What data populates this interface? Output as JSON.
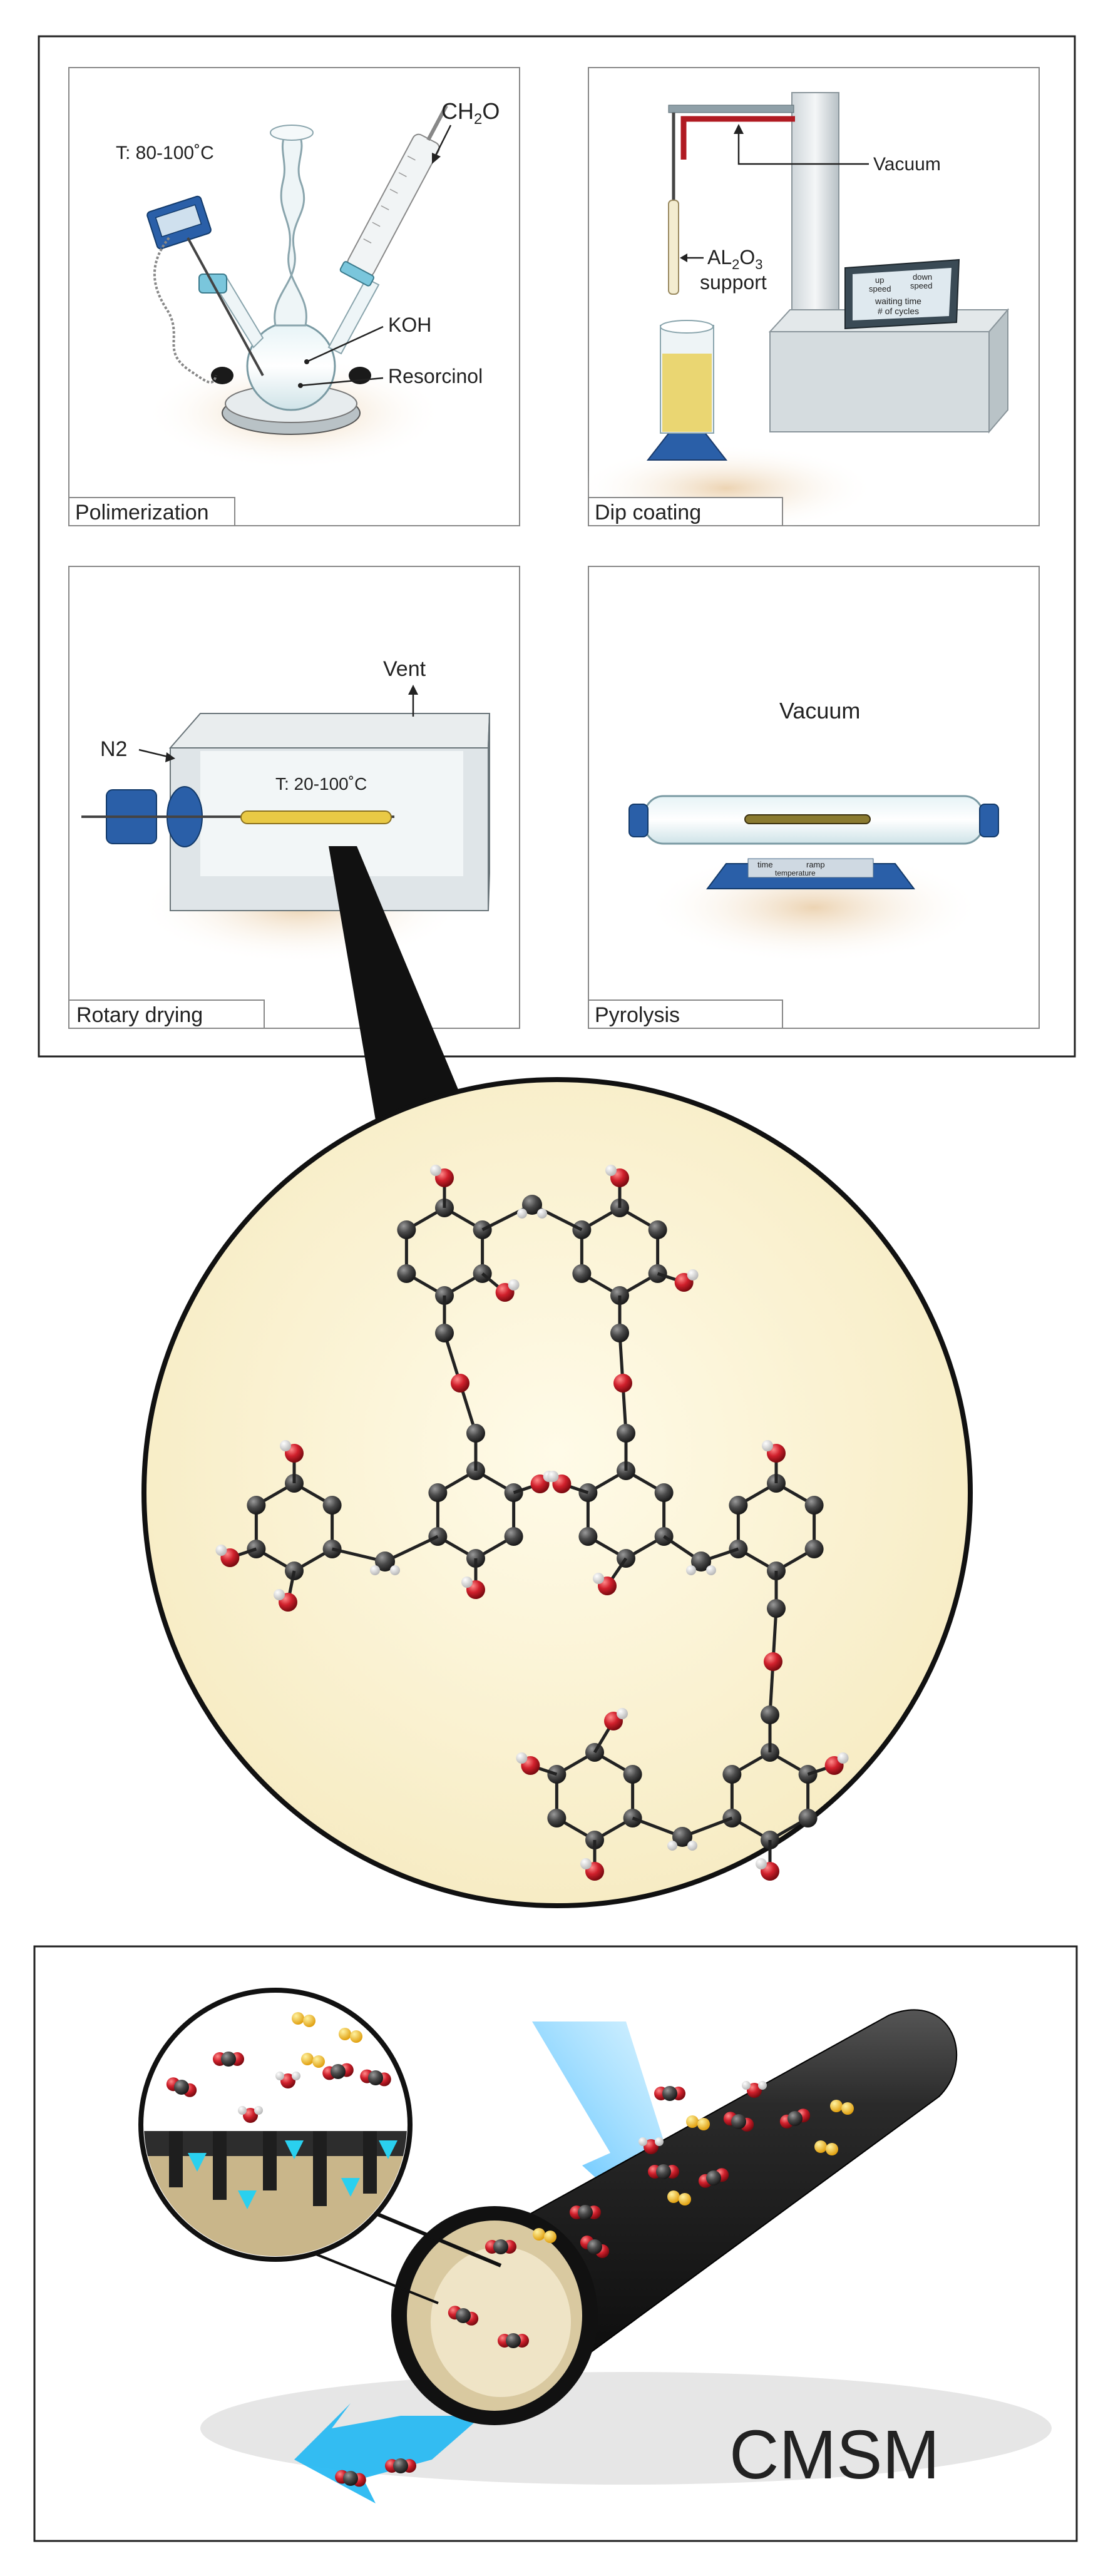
{
  "panels": {
    "polymerization": {
      "caption": "Polimerization",
      "temp": "T: 80-100˚C",
      "reagent_top": "CH",
      "reagent_top_sub": "2",
      "reagent_top_suffix": "O",
      "koh": "KOH",
      "resorcinol": "Resorcinol"
    },
    "dip_coating": {
      "caption": "Dip coating",
      "vacuum": "Vacuum",
      "support_prefix": "AL",
      "support_sub1": "2",
      "support_mid": "O",
      "support_sub2": "3",
      "support_line2": "support",
      "screen": {
        "up_speed_1": "up",
        "up_speed_2": "speed",
        "down_speed_1": "down",
        "down_speed_2": "speed",
        "waiting": "waiting time",
        "cycles": "# of cycles"
      }
    },
    "rotary_drying": {
      "caption": "Rotary drying",
      "vent": "Vent",
      "n2": "N2",
      "temp": "T: 20-100˚C"
    },
    "pyrolysis": {
      "caption": "Pyrolysis",
      "vacuum": "Vacuum",
      "base_time": "time",
      "base_ramp": "ramp",
      "base_temp": "temperature"
    }
  },
  "membrane": {
    "label": "CMSM"
  },
  "colors": {
    "atom_carbon": "#3a3a3a",
    "atom_oxygen": "#c8202c",
    "atom_hydrogen": "#f2f2f2",
    "flow_blue": "#2aa6e8",
    "tube_dark": "#1c1c1c",
    "gas_yellow": "#f2c230"
  }
}
